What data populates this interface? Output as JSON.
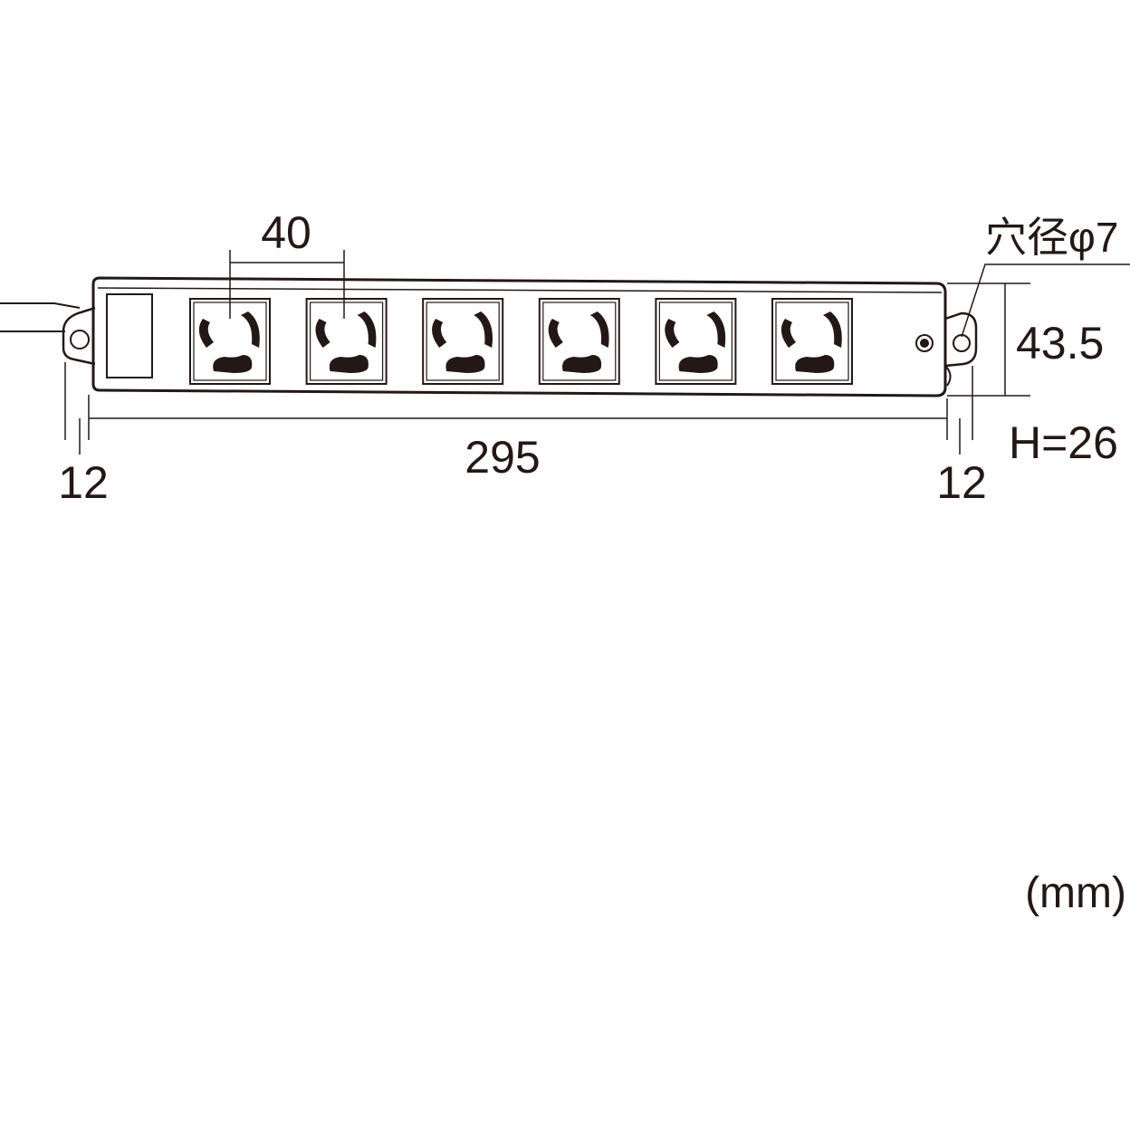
{
  "dimensions": {
    "outlet_pitch": "40",
    "hole_diameter": "穴径φ7",
    "width": "43.5",
    "height": "H=26",
    "length": "295",
    "left_tab": "12",
    "right_tab": "12"
  },
  "unit_label": "(mm)",
  "outlet_count": 6,
  "colors": {
    "ink": "#231815",
    "background": "#ffffff"
  }
}
